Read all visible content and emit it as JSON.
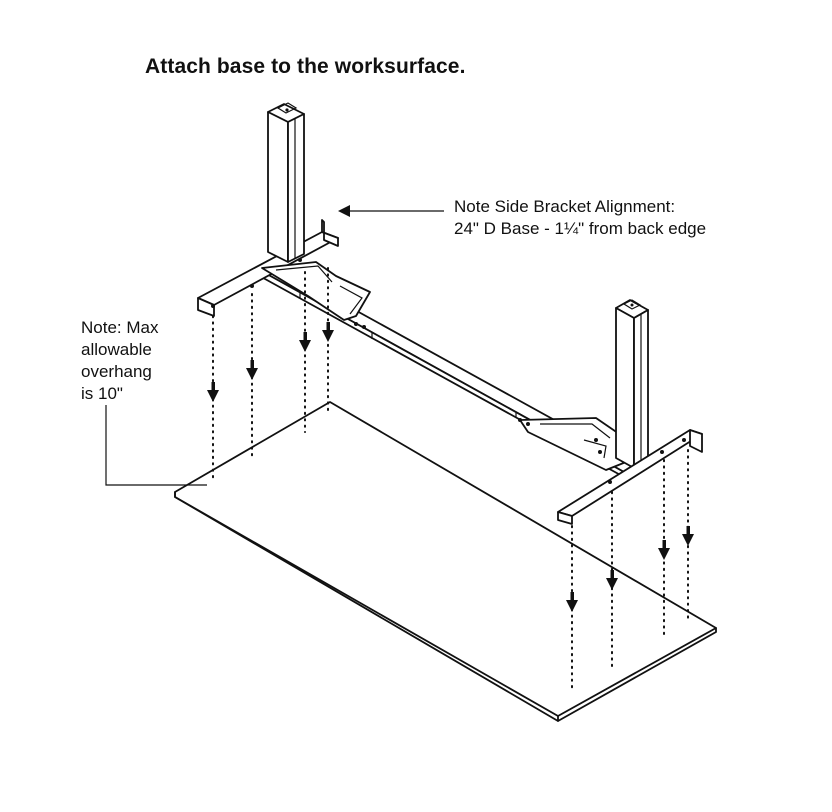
{
  "title": "Attach base to the worksurface.",
  "notes": {
    "bracket_line1": "Note Side Bracket Alignment:",
    "bracket_line2": "24\" D Base - 1¼\" from back edge",
    "overhang_line1": "Note: Max",
    "overhang_line2": "allowable",
    "overhang_line3": "overhang",
    "overhang_line4": "is 10\""
  }
}
